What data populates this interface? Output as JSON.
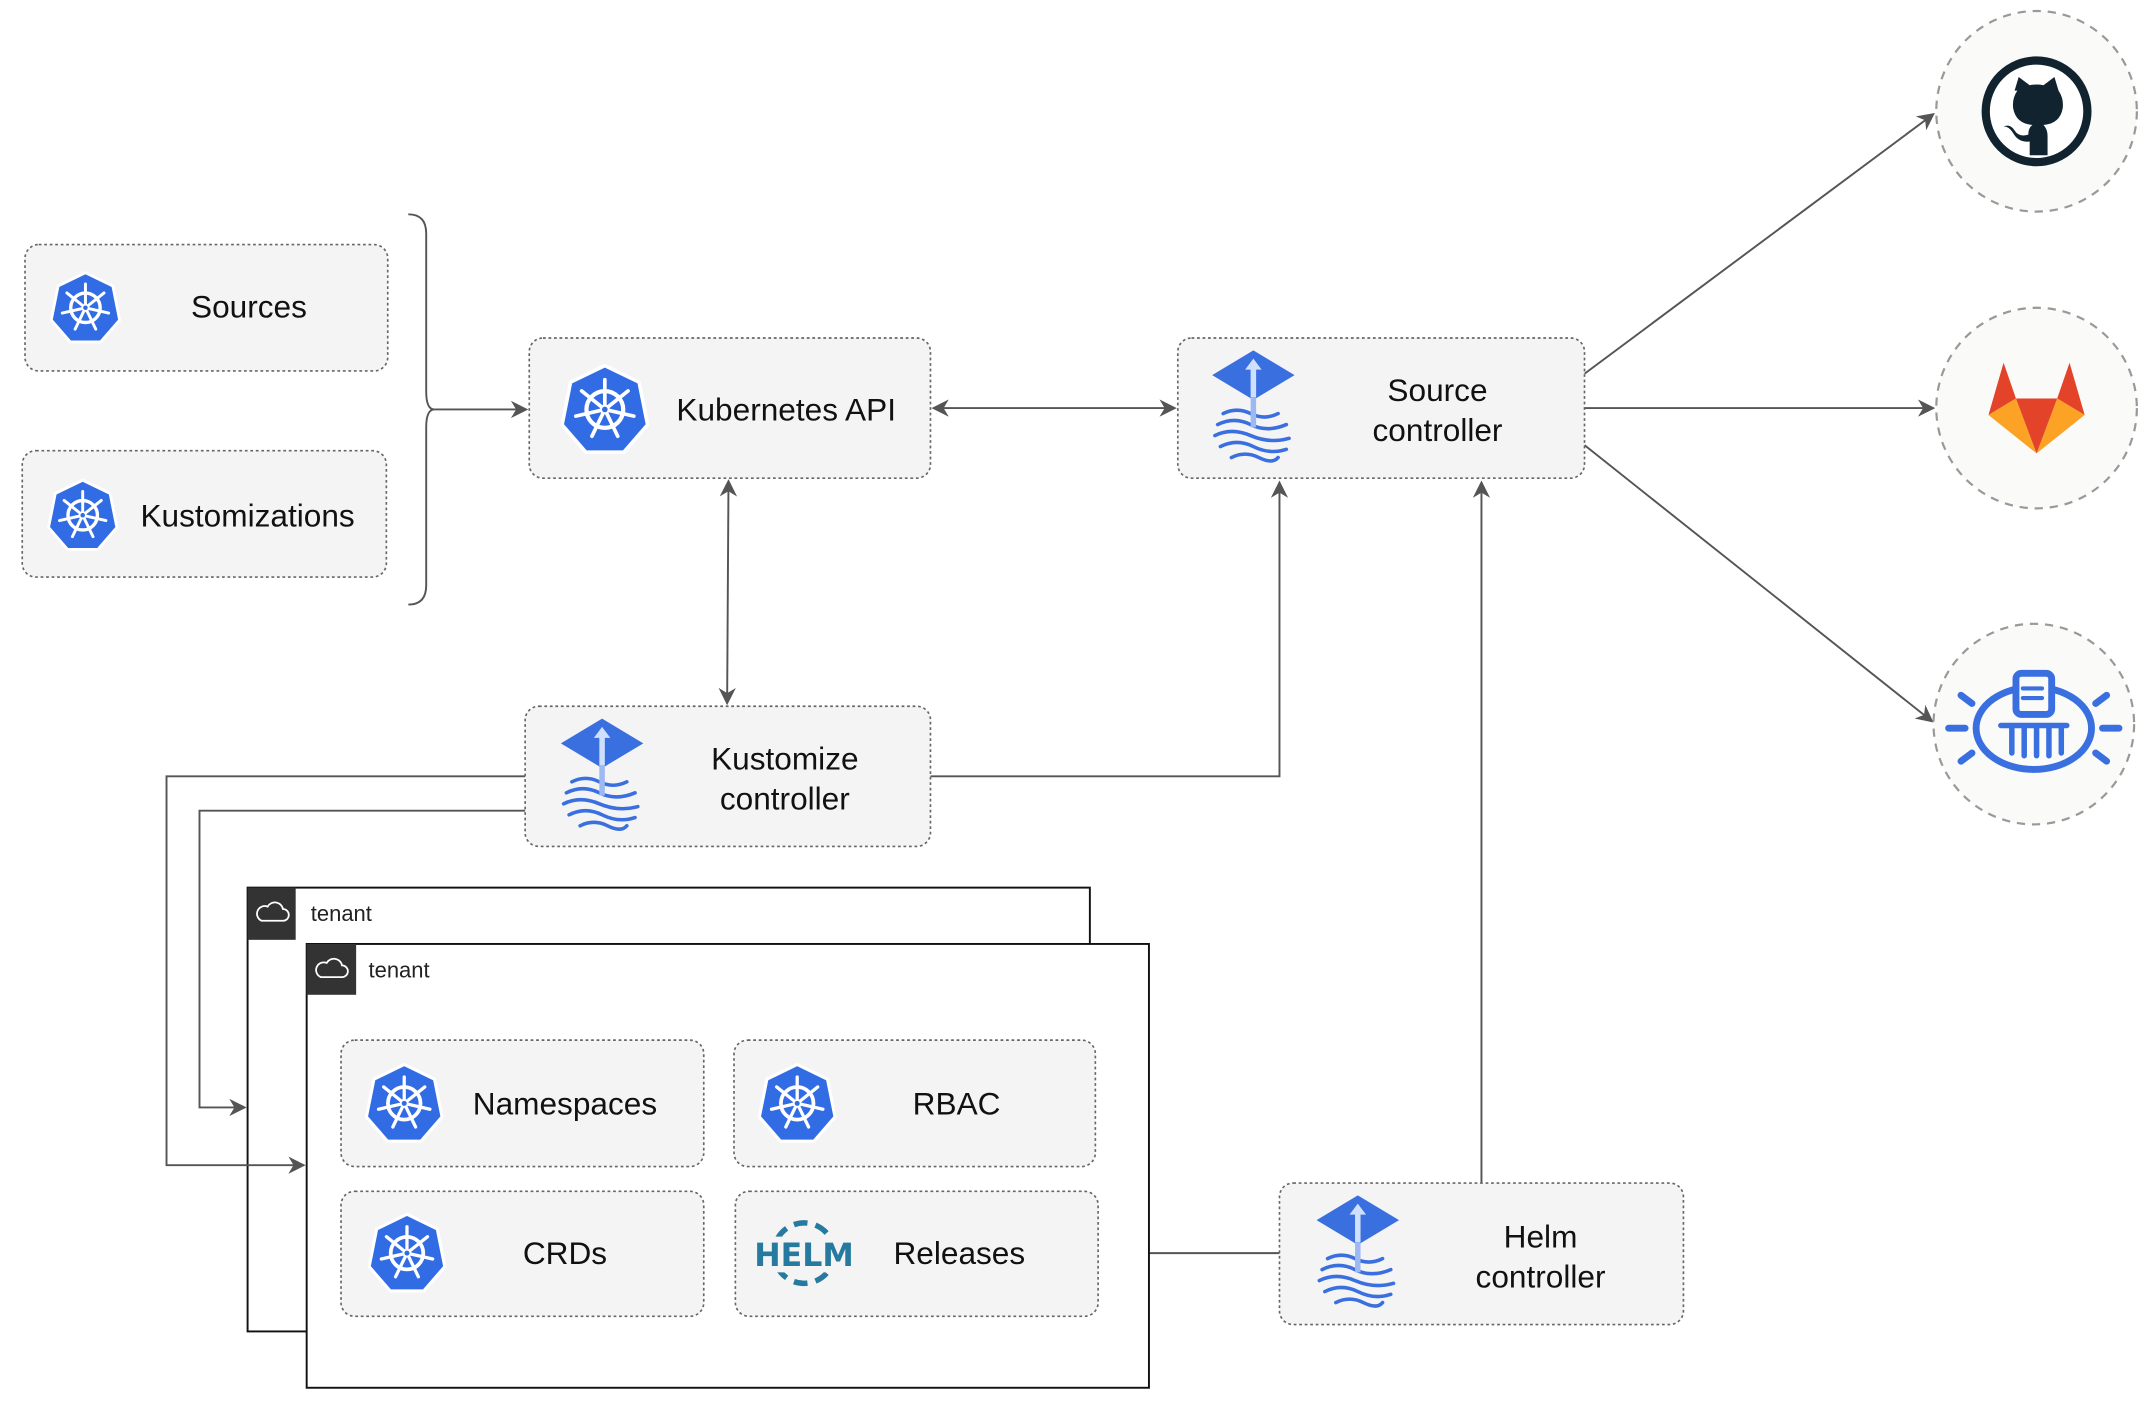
{
  "nodes": {
    "sources": {
      "label": "Sources",
      "icon": "kubernetes-icon"
    },
    "kustomizations": {
      "label": "Kustomizations",
      "icon": "kubernetes-icon"
    },
    "kubernetes_api": {
      "label": "Kubernetes API",
      "icon": "kubernetes-icon"
    },
    "source_controller": {
      "line1": "Source",
      "line2": "controller",
      "icon": "flux-icon"
    },
    "kustomize_controller": {
      "line1": "Kustomize",
      "line2": "controller",
      "icon": "flux-icon"
    },
    "helm_controller": {
      "line1": "Helm",
      "line2": "controller",
      "icon": "flux-icon"
    },
    "namespaces": {
      "label": "Namespaces",
      "icon": "kubernetes-icon"
    },
    "rbac": {
      "label": "RBAC",
      "icon": "kubernetes-icon"
    },
    "crds": {
      "label": "CRDs",
      "icon": "kubernetes-icon"
    },
    "releases": {
      "label": "Releases",
      "icon": "helm-icon",
      "icon_text": "HELM"
    }
  },
  "tenants": [
    {
      "label": "tenant",
      "icon": "cloud-icon"
    },
    {
      "label": "tenant",
      "icon": "cloud-icon"
    }
  ],
  "external": [
    {
      "icon": "github-icon"
    },
    {
      "icon": "gitlab-icon"
    },
    {
      "icon": "bucket-icon"
    }
  ],
  "colors": {
    "kubernetes_blue": "#326ce5",
    "gitlab_orange": "#e24329",
    "gitlab_light": "#fca326",
    "github_dark": "#10232f",
    "helm_blue": "#277a9f",
    "tenant_header": "#333333"
  }
}
